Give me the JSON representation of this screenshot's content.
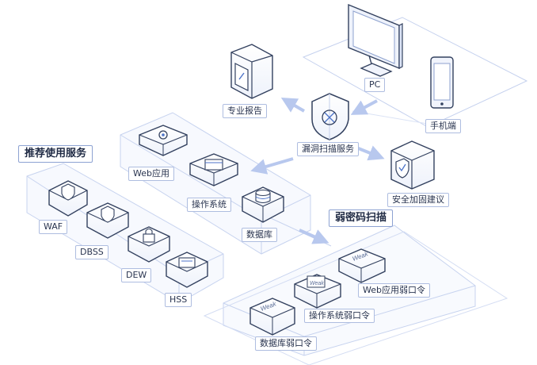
{
  "colors": {
    "accent": "#4c73c8",
    "line": "#a9b8e0",
    "tile_face": "#f1f4fc",
    "tile_side": "#dde5f7",
    "stroke": "#33415f",
    "arrow": "#b8c8ee"
  },
  "devices": {
    "pc": "PC",
    "mobile": "手机端"
  },
  "center": {
    "scan_service": "漏洞扫描服务"
  },
  "outputs": {
    "report": "专业报告",
    "hardening": "安全加固建议"
  },
  "targets": {
    "web_app": "Web应用",
    "os": "操作系统",
    "database": "数据库"
  },
  "recommended": {
    "title": "推荐使用服务",
    "items": [
      "WAF",
      "DBSS",
      "DEW",
      "HSS"
    ]
  },
  "weak_password": {
    "title": "弱密码扫描",
    "items": [
      "Web应用弱口令",
      "操作系统弱口令",
      "数据库弱口令"
    ],
    "tile_text": "Weak"
  },
  "icons": [
    "monitor-icon",
    "phone-icon",
    "report-icon",
    "shield-bug-icon",
    "shield-check-icon",
    "gear-icon",
    "window-icon",
    "database-icon",
    "waf-shield-icon",
    "dbss-shield-icon",
    "lock-icon",
    "hss-card-icon"
  ]
}
